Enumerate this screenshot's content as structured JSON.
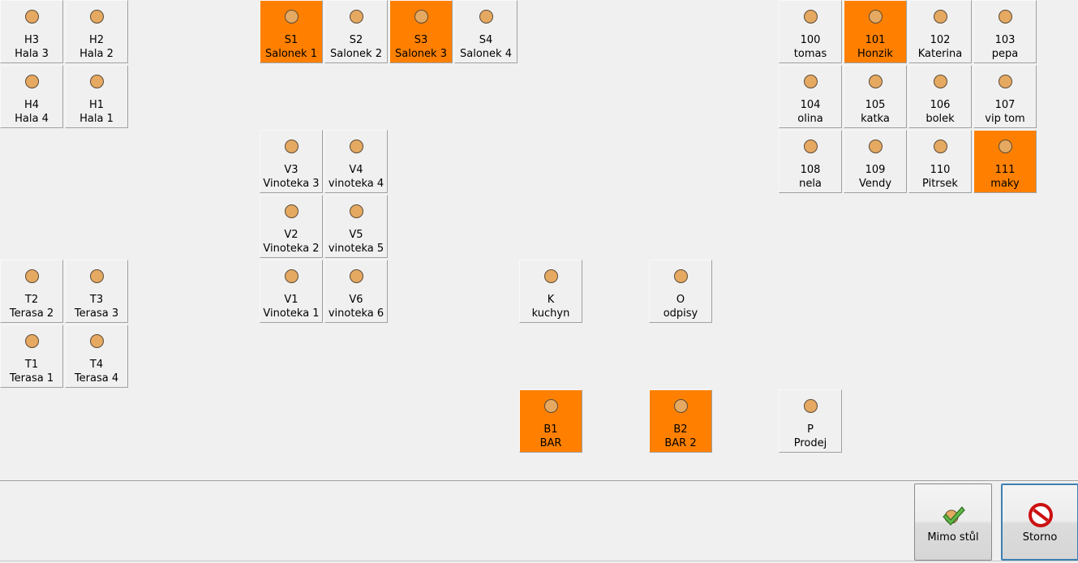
{
  "colors": {
    "busy": "#ff8000",
    "free": "#f0f0f0",
    "dot": "#e6a962"
  },
  "tables": {
    "H3": {
      "code": "H3",
      "name": "Hala 3",
      "busy": false
    },
    "H2": {
      "code": "H2",
      "name": "Hala 2",
      "busy": false
    },
    "H4": {
      "code": "H4",
      "name": "Hala 4",
      "busy": false
    },
    "H1": {
      "code": "H1",
      "name": "Hala 1",
      "busy": false
    },
    "S1": {
      "code": "S1",
      "name": "Salonek 1",
      "busy": true
    },
    "S2": {
      "code": "S2",
      "name": "Salonek 2",
      "busy": false
    },
    "S3": {
      "code": "S3",
      "name": "Salonek 3",
      "busy": true
    },
    "S4": {
      "code": "S4",
      "name": "Salonek 4",
      "busy": false
    },
    "V3": {
      "code": "V3",
      "name": "Vinoteka 3",
      "busy": false
    },
    "V4": {
      "code": "V4",
      "name": "vinoteka 4",
      "busy": false
    },
    "V2": {
      "code": "V2",
      "name": "Vinoteka 2",
      "busy": false
    },
    "V5": {
      "code": "V5",
      "name": "vinoteka 5",
      "busy": false
    },
    "V1": {
      "code": "V1",
      "name": "Vinoteka 1",
      "busy": false
    },
    "V6": {
      "code": "V6",
      "name": "vinoteka 6",
      "busy": false
    },
    "T2": {
      "code": "T2",
      "name": "Terasa 2",
      "busy": false
    },
    "T3": {
      "code": "T3",
      "name": "Terasa 3",
      "busy": false
    },
    "T1": {
      "code": "T1",
      "name": "Terasa 1",
      "busy": false
    },
    "T4": {
      "code": "T4",
      "name": "Terasa 4",
      "busy": false
    },
    "K": {
      "code": "K",
      "name": "kuchyn",
      "busy": false
    },
    "O": {
      "code": "O",
      "name": "odpisy",
      "busy": false
    },
    "B1": {
      "code": "B1",
      "name": "BAR",
      "busy": true
    },
    "B2": {
      "code": "B2",
      "name": "BAR 2",
      "busy": true
    },
    "P": {
      "code": "P",
      "name": "Prodej",
      "busy": false
    },
    "t100": {
      "code": "100",
      "name": "tomas",
      "busy": false
    },
    "t101": {
      "code": "101",
      "name": "Honzik",
      "busy": true
    },
    "t102": {
      "code": "102",
      "name": "Katerina",
      "busy": false
    },
    "t103": {
      "code": "103",
      "name": "pepa",
      "busy": false
    },
    "t104": {
      "code": "104",
      "name": "olina",
      "busy": false
    },
    "t105": {
      "code": "105",
      "name": "katka",
      "busy": false
    },
    "t106": {
      "code": "106",
      "name": "bolek",
      "busy": false
    },
    "t107": {
      "code": "107",
      "name": "vip tom",
      "busy": false
    },
    "t108": {
      "code": "108",
      "name": "nela",
      "busy": false
    },
    "t109": {
      "code": "109",
      "name": "Vendy",
      "busy": false
    },
    "t110": {
      "code": "110",
      "name": "Pitrsek",
      "busy": false
    },
    "t111": {
      "code": "111",
      "name": "maky",
      "busy": true
    }
  },
  "actions": {
    "mimo_stul": {
      "label": "Mimo stůl",
      "icon": "checkmark-icon"
    },
    "storno": {
      "label": "Storno",
      "icon": "no-entry-icon"
    }
  }
}
